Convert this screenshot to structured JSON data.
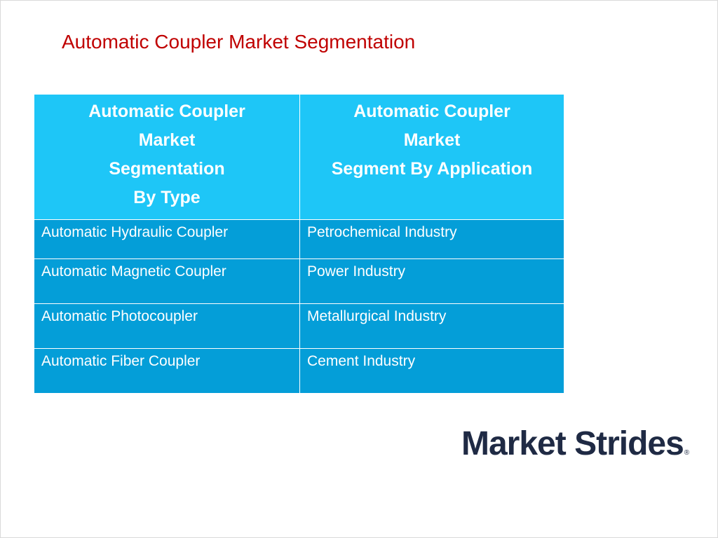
{
  "slide": {
    "title": "Automatic Coupler Market Segmentation"
  },
  "table": {
    "headers": [
      [
        "Automatic Coupler",
        "Market",
        "Segmentation",
        "By Type"
      ],
      [
        "Automatic Coupler",
        "Market",
        "Segment By Application"
      ]
    ],
    "rows": [
      [
        "Automatic Hydraulic Coupler",
        "Petrochemical Industry"
      ],
      [
        "Automatic Magnetic Coupler",
        "Power Industry"
      ],
      [
        "Automatic Photocoupler",
        "Metallurgical Industry"
      ],
      [
        "Automatic Fiber Coupler",
        "Cement Industry"
      ]
    ]
  },
  "logo": {
    "text": "Market Strides",
    "mark": "®"
  },
  "colors": {
    "title": "#c00000",
    "header_bg": "#1ec6f7",
    "cell_bg": "#049ed8",
    "logo": "#1f2a44"
  }
}
